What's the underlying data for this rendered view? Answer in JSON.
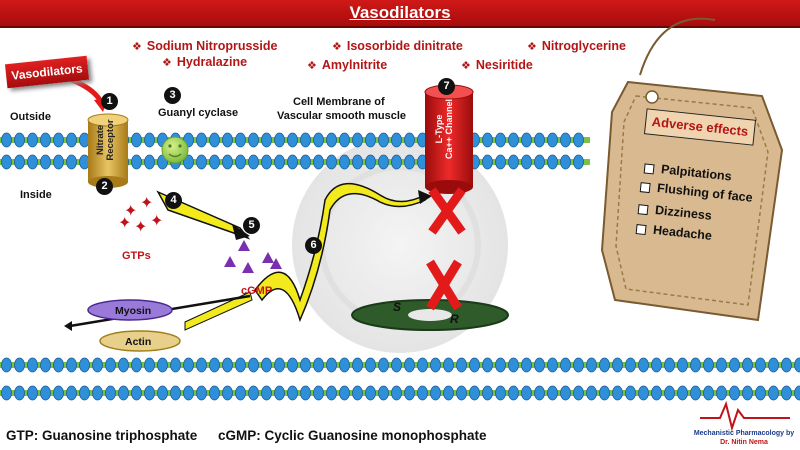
{
  "title": "Vasodilators",
  "drugs": {
    "row1": [
      "Sodium Nitroprusside",
      "Isosorbide dinitrate",
      "Nitroglycerine"
    ],
    "row2": [
      "Hydralazine",
      "Amylnitrite",
      "Nesiritide"
    ]
  },
  "labels": {
    "vasodilators_box": "Vasodilators",
    "outside": "Outside",
    "inside": "Inside",
    "guanyl_cyclase": "Guanyl cyclase",
    "cell_membrane_line1": "Cell Membrane of",
    "cell_membrane_line2": "Vascular smooth muscle",
    "nitrate_receptor_line1": "Nitrate",
    "nitrate_receptor_line2": "Receptor",
    "ltype_line1": "L-Type",
    "ltype_line2": "Ca++ Channel",
    "gtps": "GTPs",
    "cgmp": "cGMP",
    "myosin": "Myosin",
    "actin": "Actin",
    "sr_s": "S",
    "sr_r": "R"
  },
  "steps": [
    "1",
    "2",
    "3",
    "4",
    "5",
    "6",
    "7"
  ],
  "adverse_effects": {
    "title": "Adverse effects",
    "items": [
      "Palpitations",
      "Flushing of face",
      "Dizziness",
      "Headache"
    ]
  },
  "legend": {
    "gtp": "GTP: Guanosine triphosphate",
    "cgmp": "cGMP: Cyclic Guanosine monophosphate"
  },
  "credit": {
    "line1": "Mechanistic Pharmacology by",
    "line2": "Dr. Nitin Nema"
  },
  "colors": {
    "title_red": "#c01414",
    "drug_red": "#b21616",
    "membrane_blue": "#2f8fd8",
    "membrane_green": "#7cc142",
    "signal_yellow": "#f2ea1c",
    "receptor_gold": "#c99a2a",
    "ltype_red": "#d41818",
    "gtp_red": "#c0141a",
    "cgmp_purple": "#7a2fb0",
    "sr_green": "#2f5a2a",
    "tag_tan": "#d9b98f"
  }
}
